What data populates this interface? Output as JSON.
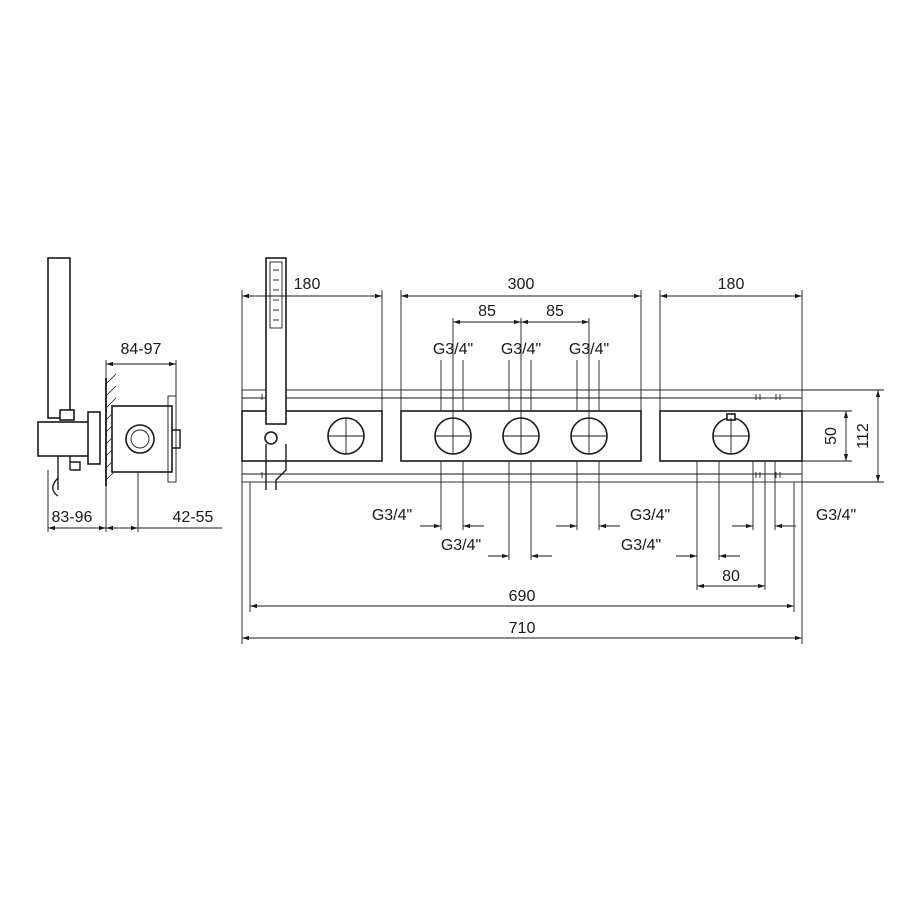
{
  "side_view": {
    "dim_top": "84-97",
    "dim_bottom_left": "83-96",
    "dim_bottom_right": "42-55"
  },
  "front_view": {
    "module_widths": [
      "180",
      "300",
      "180"
    ],
    "valve_spacing": [
      "85",
      "85"
    ],
    "top_threads": [
      "G3/4\"",
      "G3/4\"",
      "G3/4\""
    ],
    "bottom_threads_row1": [
      "G3/4\"",
      "G3/4\"",
      "G3/4\""
    ],
    "bottom_threads_row2": [
      "G3/4\"",
      "G3/4\""
    ],
    "spacing_80": "80",
    "overall_inner": "690",
    "overall_outer": "710",
    "height_inner": "50",
    "height_outer": "112"
  }
}
